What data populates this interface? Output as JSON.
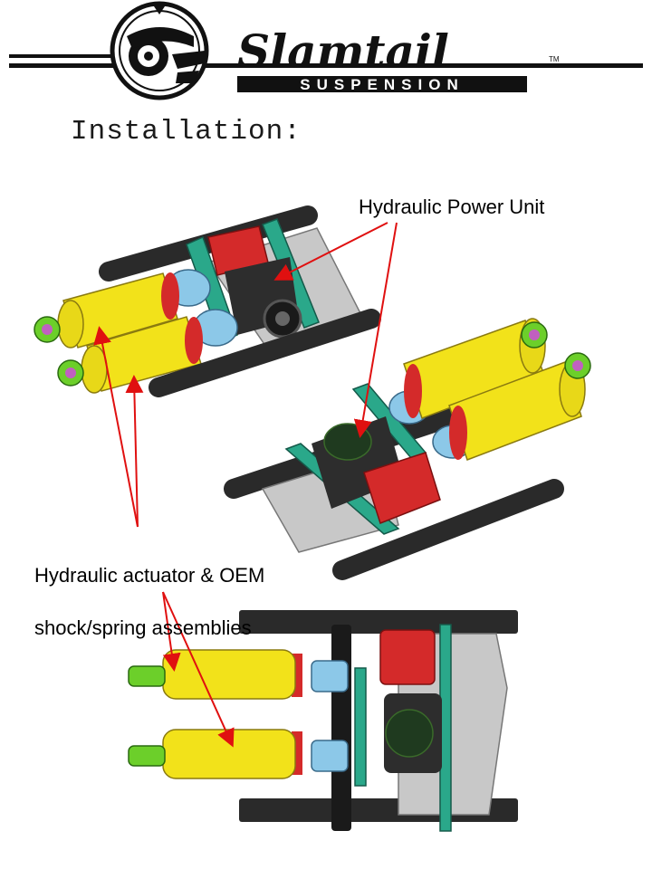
{
  "header": {
    "logo_text": "Slamtail",
    "logo_sub": "SUSPENSION",
    "trademark": "TM"
  },
  "title": "Installation:",
  "labels": {
    "hydraulic_power_unit": "Hydraulic Power Unit",
    "actuator_line1": "Hydraulic actuator & OEM",
    "actuator_line2": "shock/spring assemblies"
  },
  "colors": {
    "cylinder_yellow": "#f2e21a",
    "reservoir_red": "#d42a2a",
    "bracket_teal": "#2aa88a",
    "bushing_green": "#6ccf2a",
    "fitting_blue": "#8cc8e8",
    "tube_black": "#2a2a2a",
    "arrow_red": "#e01010"
  }
}
